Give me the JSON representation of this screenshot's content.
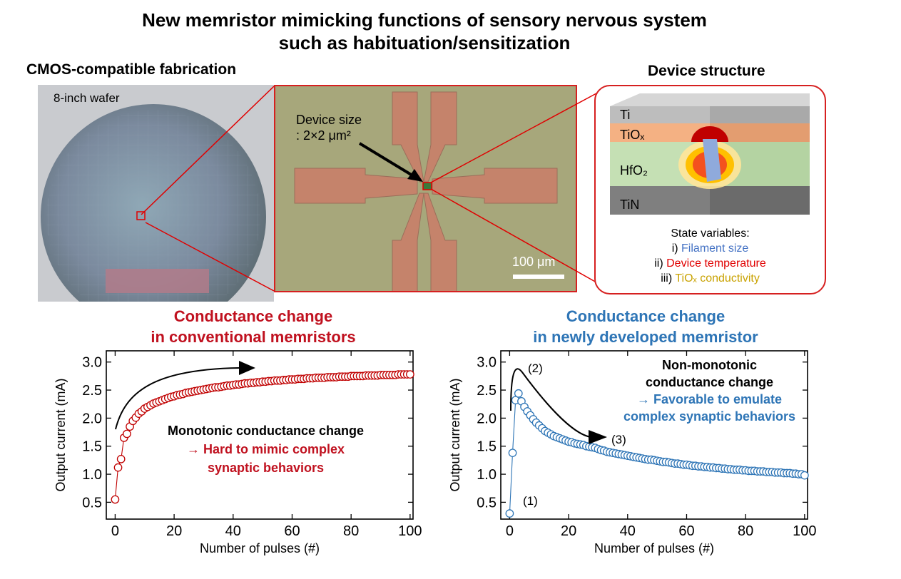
{
  "title_line1": "New memristor mimicking functions of sensory nervous system",
  "title_line2": "such as habituation/sensitization",
  "fab_label": "CMOS-compatible fabrication",
  "wafer_label": "8-inch wafer",
  "device_size_line1": "Device size",
  "device_size_line2": ": 2×2 μm²",
  "scale_bar": "100 μm",
  "structure_label": "Device structure",
  "layers": [
    "Ti",
    "TiOₓ",
    "HfO₂",
    "TiN"
  ],
  "state_variables_header": "State variables:",
  "state_variables": [
    {
      "prefix": "i) ",
      "text": "Filament size",
      "color": "#4472c4"
    },
    {
      "prefix": "ii) ",
      "text": "Device temperature",
      "color": "#e00000"
    },
    {
      "prefix": "iii) ",
      "text": "TiOₓ conductivity",
      "color": "#c9a200"
    }
  ],
  "colors": {
    "conventional": "#c00000",
    "new": "#2e75b6",
    "frame": "#d62020"
  },
  "left_chart_title_1": "Conductance change",
  "left_chart_title_2": "in conventional memristors",
  "right_chart_title_1": "Conductance change",
  "right_chart_title_2": "in newly developed memristor",
  "left_annot_1": "Monotonic conductance change",
  "left_annot_2": "→ Hard to mimic complex",
  "left_annot_3": "synaptic behaviors",
  "right_annot_1": "Non-monotonic",
  "right_annot_2": "conductance change",
  "right_annot_3": "→ Favorable to emulate",
  "right_annot_4": "complex synaptic behaviors",
  "point_labels": [
    "(1)",
    "(2)",
    "(3)"
  ],
  "chart_data": [
    {
      "type": "scatter",
      "xlabel": "Number of pulses (#)",
      "ylabel": "Output current (mA)",
      "xlim": [
        -3,
        101
      ],
      "ylim": [
        0.2,
        3.2
      ],
      "xticks": [
        0,
        20,
        40,
        60,
        80,
        100
      ],
      "yticks": [
        0.5,
        1.0,
        1.5,
        2.0,
        2.5,
        3.0
      ],
      "series": [
        {
          "x": [
            0,
            1,
            2,
            3,
            4,
            5,
            6,
            7,
            8,
            9,
            10,
            11,
            12,
            13,
            14,
            15,
            16,
            17,
            18,
            19,
            20,
            21,
            22,
            23,
            24,
            25,
            26,
            27,
            28,
            29,
            30,
            31,
            32,
            33,
            34,
            35,
            36,
            37,
            38,
            39,
            40,
            41,
            42,
            43,
            44,
            45,
            46,
            47,
            48,
            49,
            50,
            51,
            52,
            53,
            54,
            55,
            56,
            57,
            58,
            59,
            60,
            61,
            62,
            63,
            64,
            65,
            66,
            67,
            68,
            69,
            70,
            71,
            72,
            73,
            74,
            75,
            76,
            77,
            78,
            79,
            80,
            81,
            82,
            83,
            84,
            85,
            86,
            87,
            88,
            89,
            90,
            91,
            92,
            93,
            94,
            95,
            96,
            97,
            98,
            99,
            100
          ],
          "y": [
            0.55,
            1.12,
            1.27,
            1.65,
            1.72,
            1.85,
            1.95,
            2.01,
            2.08,
            2.12,
            2.17,
            2.2,
            2.23,
            2.26,
            2.28,
            2.3,
            2.32,
            2.34,
            2.36,
            2.38,
            2.39,
            2.41,
            2.42,
            2.43,
            2.45,
            2.46,
            2.47,
            2.48,
            2.49,
            2.5,
            2.51,
            2.52,
            2.53,
            2.54,
            2.55,
            2.55,
            2.56,
            2.57,
            2.58,
            2.58,
            2.59,
            2.6,
            2.6,
            2.61,
            2.62,
            2.62,
            2.63,
            2.63,
            2.64,
            2.64,
            2.65,
            2.65,
            2.66,
            2.66,
            2.67,
            2.67,
            2.67,
            2.68,
            2.68,
            2.69,
            2.69,
            2.69,
            2.7,
            2.7,
            2.7,
            2.71,
            2.71,
            2.71,
            2.72,
            2.72,
            2.72,
            2.72,
            2.73,
            2.73,
            2.73,
            2.73,
            2.74,
            2.74,
            2.74,
            2.74,
            2.75,
            2.75,
            2.75,
            2.75,
            2.75,
            2.76,
            2.76,
            2.76,
            2.76,
            2.76,
            2.77,
            2.77,
            2.77,
            2.77,
            2.77,
            2.77,
            2.78,
            2.78,
            2.78,
            2.78,
            2.78
          ]
        }
      ]
    },
    {
      "type": "scatter",
      "xlabel": "Number of pulses (#)",
      "ylabel": "Output current (mA)",
      "xlim": [
        -3,
        101
      ],
      "ylim": [
        0.2,
        3.2
      ],
      "xticks": [
        0,
        20,
        40,
        60,
        80,
        100
      ],
      "yticks": [
        0.5,
        1.0,
        1.5,
        2.0,
        2.5,
        3.0
      ],
      "series": [
        {
          "x": [
            0,
            1,
            2,
            3,
            4,
            5,
            6,
            7,
            8,
            9,
            10,
            11,
            12,
            13,
            14,
            15,
            16,
            17,
            18,
            19,
            20,
            21,
            22,
            23,
            24,
            25,
            26,
            27,
            28,
            29,
            30,
            31,
            32,
            33,
            34,
            35,
            36,
            37,
            38,
            39,
            40,
            41,
            42,
            43,
            44,
            45,
            46,
            47,
            48,
            49,
            50,
            51,
            52,
            53,
            54,
            55,
            56,
            57,
            58,
            59,
            60,
            61,
            62,
            63,
            64,
            65,
            66,
            67,
            68,
            69,
            70,
            71,
            72,
            73,
            74,
            75,
            76,
            77,
            78,
            79,
            80,
            81,
            82,
            83,
            84,
            85,
            86,
            87,
            88,
            89,
            90,
            91,
            92,
            93,
            94,
            95,
            96,
            97,
            98,
            99,
            100
          ],
          "y": [
            0.3,
            1.38,
            2.32,
            2.44,
            2.3,
            2.2,
            2.12,
            2.05,
            1.98,
            1.92,
            1.87,
            1.82,
            1.77,
            1.74,
            1.71,
            1.68,
            1.66,
            1.64,
            1.62,
            1.6,
            1.58,
            1.57,
            1.55,
            1.54,
            1.53,
            1.52,
            1.5,
            1.49,
            1.48,
            1.47,
            1.45,
            1.43,
            1.42,
            1.4,
            1.39,
            1.38,
            1.37,
            1.36,
            1.35,
            1.34,
            1.33,
            1.32,
            1.31,
            1.3,
            1.29,
            1.28,
            1.27,
            1.26,
            1.26,
            1.25,
            1.24,
            1.23,
            1.22,
            1.22,
            1.21,
            1.2,
            1.19,
            1.19,
            1.18,
            1.17,
            1.17,
            1.16,
            1.15,
            1.15,
            1.14,
            1.14,
            1.13,
            1.13,
            1.12,
            1.12,
            1.11,
            1.11,
            1.1,
            1.1,
            1.09,
            1.09,
            1.08,
            1.08,
            1.08,
            1.07,
            1.07,
            1.06,
            1.06,
            1.06,
            1.05,
            1.05,
            1.05,
            1.04,
            1.04,
            1.04,
            1.03,
            1.03,
            1.03,
            1.02,
            1.02,
            1.02,
            1.01,
            1.01,
            1.0,
            1.0,
            0.98
          ]
        }
      ]
    }
  ]
}
